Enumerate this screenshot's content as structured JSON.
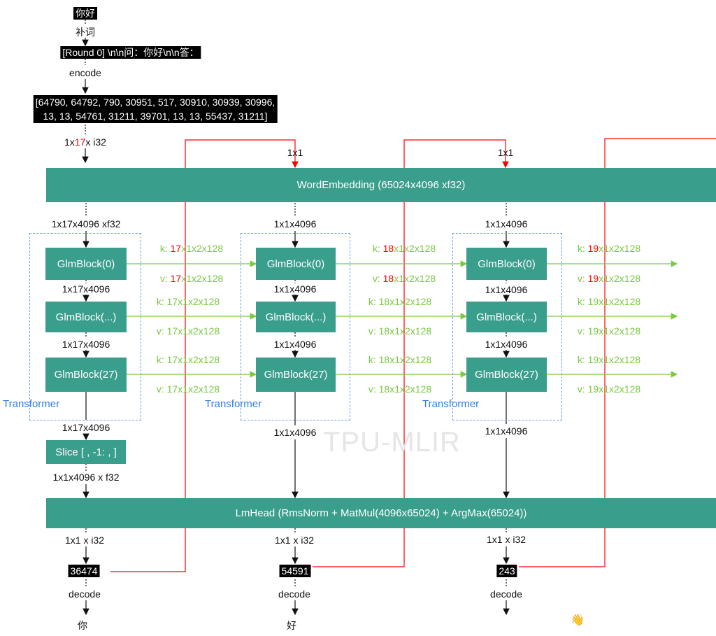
{
  "input": {
    "query": "你好",
    "prompt_label": "补词",
    "prompt": "[Round 0] \\n\\n问：你好\\n\\n答：",
    "encode_label": "encode"
  },
  "tokens": {
    "line1": "[64790, 64792, 790, 30951, 517, 30910, 30939, 30996,",
    "line2": "13, 13, 54761, 31211, 39701, 13, 13, 55437, 31211]"
  },
  "shape_in": {
    "pre": "1x",
    "num": "17",
    "post": "x i32"
  },
  "fb_label": "1x1",
  "word_embedding": "WordEmbedding (65024x4096 xf32)",
  "lm_head": "LmHead (RmsNorm + MatMul(4096x65024) + ArgMax(65024))",
  "transformer_label": "Transformer",
  "watermark": "TPU-MLIR",
  "blocks": [
    "GlmBlock(0)",
    "GlmBlock(...)",
    "GlmBlock(27)"
  ],
  "slice": "Slice [ , -1: , ]",
  "slice_out": "1x1x4096 x f32",
  "col1_shapes": {
    "emb": "1x17x4096 xf32",
    "b01": "1x17x4096",
    "b12": "1x17x4096",
    "out": "1x17x4096"
  },
  "colN_shape": "1x1x4096",
  "out_shape": "1x1 x i32",
  "decode_label": "decode",
  "steps": [
    {
      "kv_num": "17",
      "kv_suffix": "x1x2x128",
      "kv_full": "17x1x2x128",
      "token": "36474",
      "char": "你"
    },
    {
      "kv_num": "18",
      "kv_suffix": "x1x2x128",
      "kv_full": "18x1x2x128",
      "token": "54591",
      "char": "好"
    },
    {
      "kv_num": "19",
      "kv_suffix": "x1x2x128",
      "kv_full": "19x1x2x128",
      "token": "243",
      "char": ""
    }
  ],
  "k_prefix": "k: ",
  "v_prefix": "v: ",
  "emoji": "👋",
  "colors": {
    "teal": "#3a9e8c",
    "red": "#ff0000",
    "green": "#7ac943",
    "blue": "#2f7fe8"
  }
}
